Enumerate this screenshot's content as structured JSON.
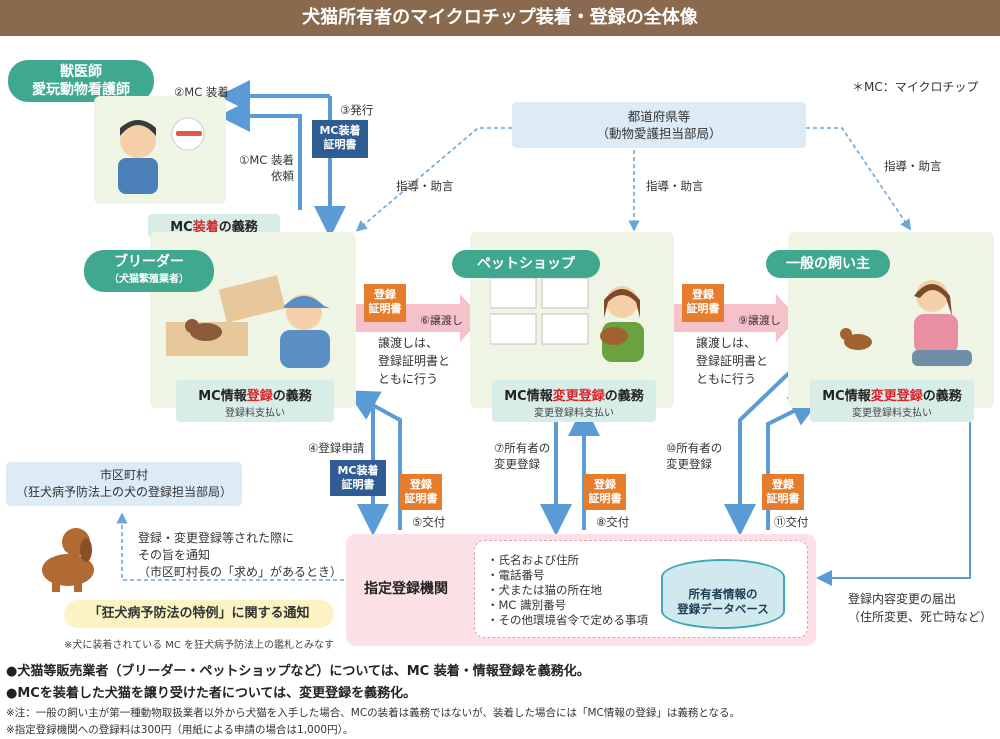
{
  "title": "犬猫所有者のマイクロチップ装着・登録の全体像",
  "mc_note": "＊MC：マイクロチップ",
  "vet": {
    "line1": "獣医師",
    "line2": "愛玩動物看護師"
  },
  "mc_install_label": "②MC 装着",
  "issue_label": "③発行",
  "install_request_1": "①MC 装着",
  "install_request_2": "依頼",
  "mc_cert_line1": "MC装着",
  "mc_cert_line2": "証明書",
  "mc_install_duty": {
    "prefix": "MC",
    "red": "装着",
    "suffix": "の義務"
  },
  "prefecture": {
    "line1": "都道府県等",
    "line2": "（動物愛護担当部局）"
  },
  "guidance": "指導・助言",
  "breeder": {
    "line1": "ブリーダー",
    "line2": "（犬猫繁殖業者）"
  },
  "breeder_duty": {
    "prefix": "MC情報",
    "red": "登録",
    "suffix": "の義務",
    "sub": "登録料支払い"
  },
  "petshop": {
    "name": "ペットショップ"
  },
  "petshop_duty": {
    "prefix": "MC情報",
    "red": "変更登録",
    "suffix": "の義務",
    "sub": "変更登録料支払い"
  },
  "owner": {
    "name": "一般の飼い主"
  },
  "owner_duty": {
    "prefix": "MC情報",
    "red": "変更登録",
    "suffix": "の義務",
    "sub": "変更登録料支払い"
  },
  "reg_cert_line1": "登録",
  "reg_cert_line2": "証明書",
  "transfer6": "⑥譲渡し",
  "transfer9": "⑨譲渡し",
  "transfer_note": [
    "譲渡しは、",
    "登録証明書と",
    "ともに行う"
  ],
  "reg_apply": "④登録申請",
  "issue5": "⑤交付",
  "owner_change7": [
    "⑦所有者の",
    "変更登録"
  ],
  "issue8": "⑧交付",
  "owner_change10": [
    "⑩所有者の",
    "変更登録"
  ],
  "issue11": "⑪交付",
  "municipality": {
    "line1": "市区町村",
    "line2": "（狂犬病予防法上の犬の登録担当部局）"
  },
  "notify_text": [
    "登録・変更登録等された際に",
    "その旨を通知",
    "（市区町村長の「求め」があるとき）"
  ],
  "rabies_notice": "「狂犬病予防法の特例」に関する通知",
  "rabies_note": "※犬に装着されている MC を狂犬病予防法上の鑑札とみなす",
  "designated_org": "指定登録機関",
  "org_items": [
    "・氏名および住所",
    "・電話番号",
    "・犬または猫の所在地",
    "・MC 識別番号",
    "・その他環境省令で定める事項"
  ],
  "database": {
    "line1": "所有者情報の",
    "line2": "登録データベース"
  },
  "change_report": [
    "登録内容変更の届出",
    "（住所変更、死亡時など）"
  ],
  "bullets": [
    "●犬猫等販売業者（ブリーダー・ペットショップなど）については、MC 装着・情報登録を義務化。",
    "●MCを装着した犬猫を譲り受けた者については、変更登録を義務化。"
  ],
  "footnotes": [
    "※注：一般の飼い主が第一種動物取扱業者以外から犬猫を入手した場合、MCの装着は義務ではないが、装着した場合には「MC情報の登録」は義務となる。",
    "※指定登録機関への登録料は300円（用紙による申請の場合は1,000円）。"
  ],
  "colors": {
    "title_bg": "#8a6a4e",
    "green": "#3fa88e",
    "blue_arrow": "#5b9bd5",
    "orange_cert": "#e57d2c",
    "navy_cert": "#2f5c92",
    "red_text": "#d6262b"
  }
}
